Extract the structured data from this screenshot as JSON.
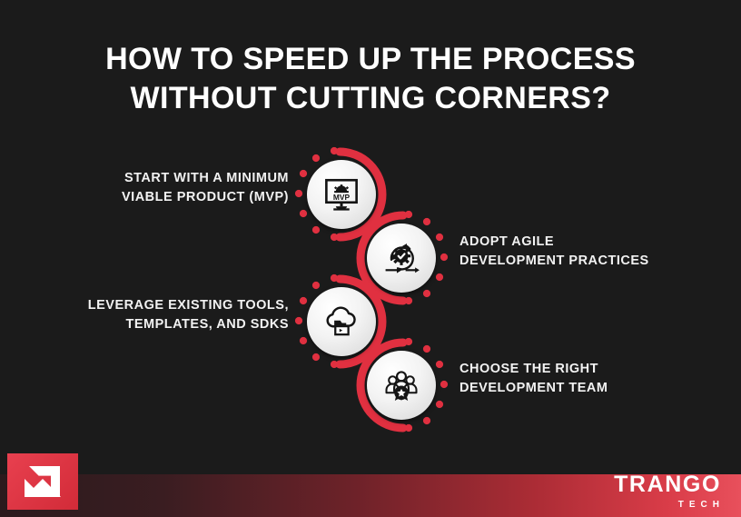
{
  "background_color": "#1b1b1b",
  "accent_color": "#e03040",
  "title": {
    "line1": "HOW TO SPEED UP THE PROCESS",
    "line2": "WITHOUT CUTTING CORNERS?"
  },
  "steps": [
    {
      "id": "step-1",
      "side": "left",
      "label_line1": "START WITH A MINIMUM",
      "label_line2": "VIABLE PRODUCT (MVP)",
      "icon": "monitor-mvp-icon",
      "icon_text": "MVP"
    },
    {
      "id": "step-2",
      "side": "right",
      "label_line1": "ADOPT AGILE",
      "label_line2": "DEVELOPMENT PRACTICES",
      "icon": "agile-cycle-gear-check-icon",
      "icon_text": ""
    },
    {
      "id": "step-3",
      "side": "left",
      "label_line1": "LEVERAGE EXISTING TOOLS,",
      "label_line2": "TEMPLATES, AND SDKS",
      "icon": "cloud-folder-terminal-icon",
      "icon_text": ""
    },
    {
      "id": "step-4",
      "side": "right",
      "label_line1": "CHOOSE THE RIGHT",
      "label_line2": "DEVELOPMENT TEAM",
      "icon": "team-award-badge-icon",
      "icon_text": ""
    }
  ],
  "footer": {
    "logo_icon": "trango-arrow-logo-icon",
    "brand_name": "TRANGO",
    "brand_sub": "TECH"
  }
}
